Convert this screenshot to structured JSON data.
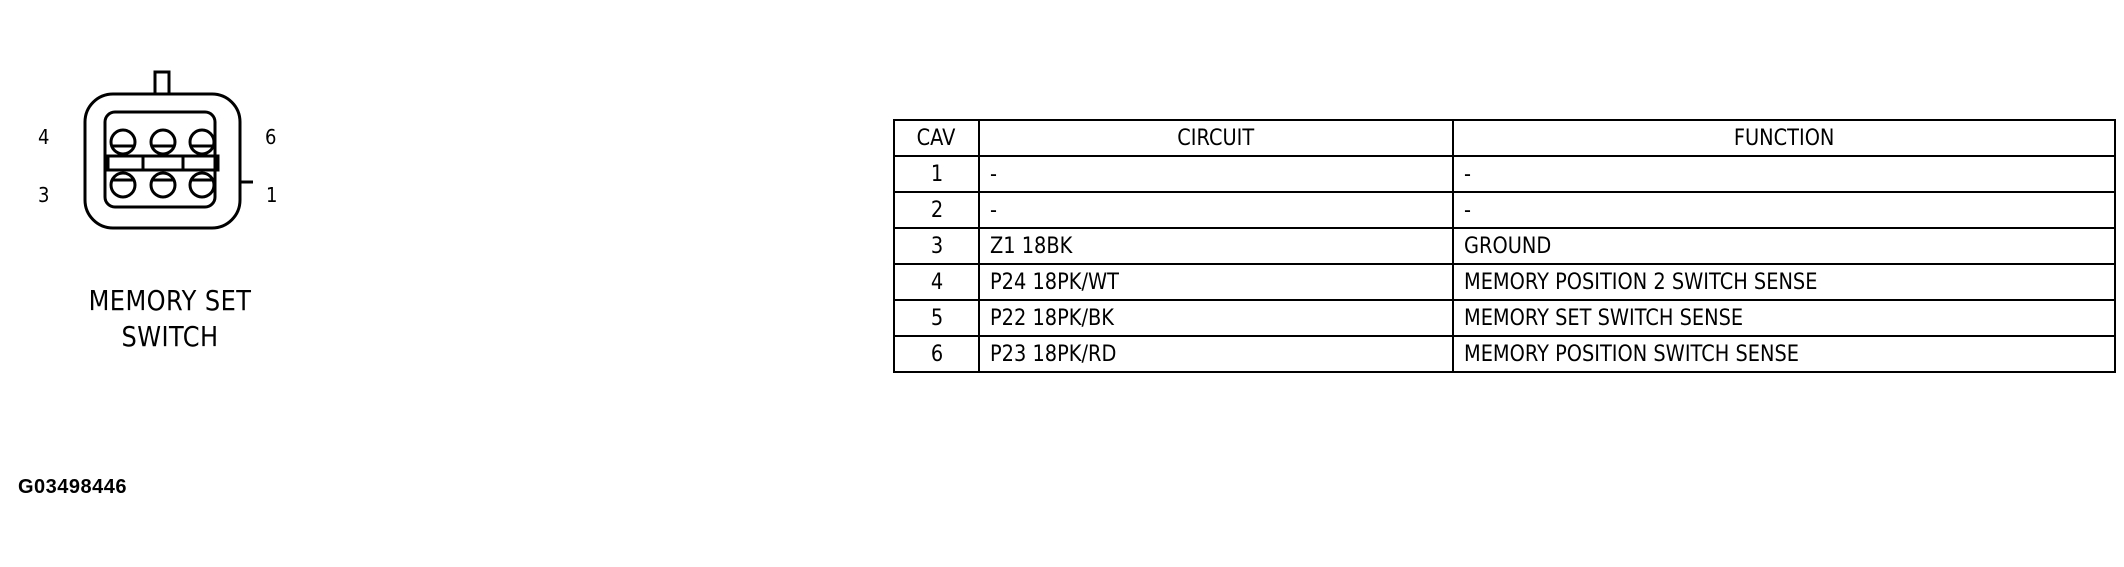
{
  "connector": {
    "title_line1": "MEMORY SET",
    "title_line2": "SWITCH",
    "pin_labels": {
      "top_left": "4",
      "bottom_left": "3",
      "top_right": "6",
      "bottom_right": "1"
    }
  },
  "figure_id": "G03498446",
  "table": {
    "headers": [
      "CAV",
      "CIRCUIT",
      "FUNCTION"
    ],
    "rows": [
      {
        "cav": "1",
        "circuit": "-",
        "function": "-"
      },
      {
        "cav": "2",
        "circuit": "-",
        "function": "-"
      },
      {
        "cav": "3",
        "circuit": "Z1  18BK",
        "function": "GROUND"
      },
      {
        "cav": "4",
        "circuit": "P24  18PK/WT",
        "function": "MEMORY  POSITION  2  SWITCH  SENSE"
      },
      {
        "cav": "5",
        "circuit": "P22  18PK/BK",
        "function": "MEMORY  SET  SWITCH  SENSE"
      },
      {
        "cav": "6",
        "circuit": "P23  18PK/RD",
        "function": "MEMORY  POSITION  SWITCH  SENSE"
      }
    ]
  }
}
